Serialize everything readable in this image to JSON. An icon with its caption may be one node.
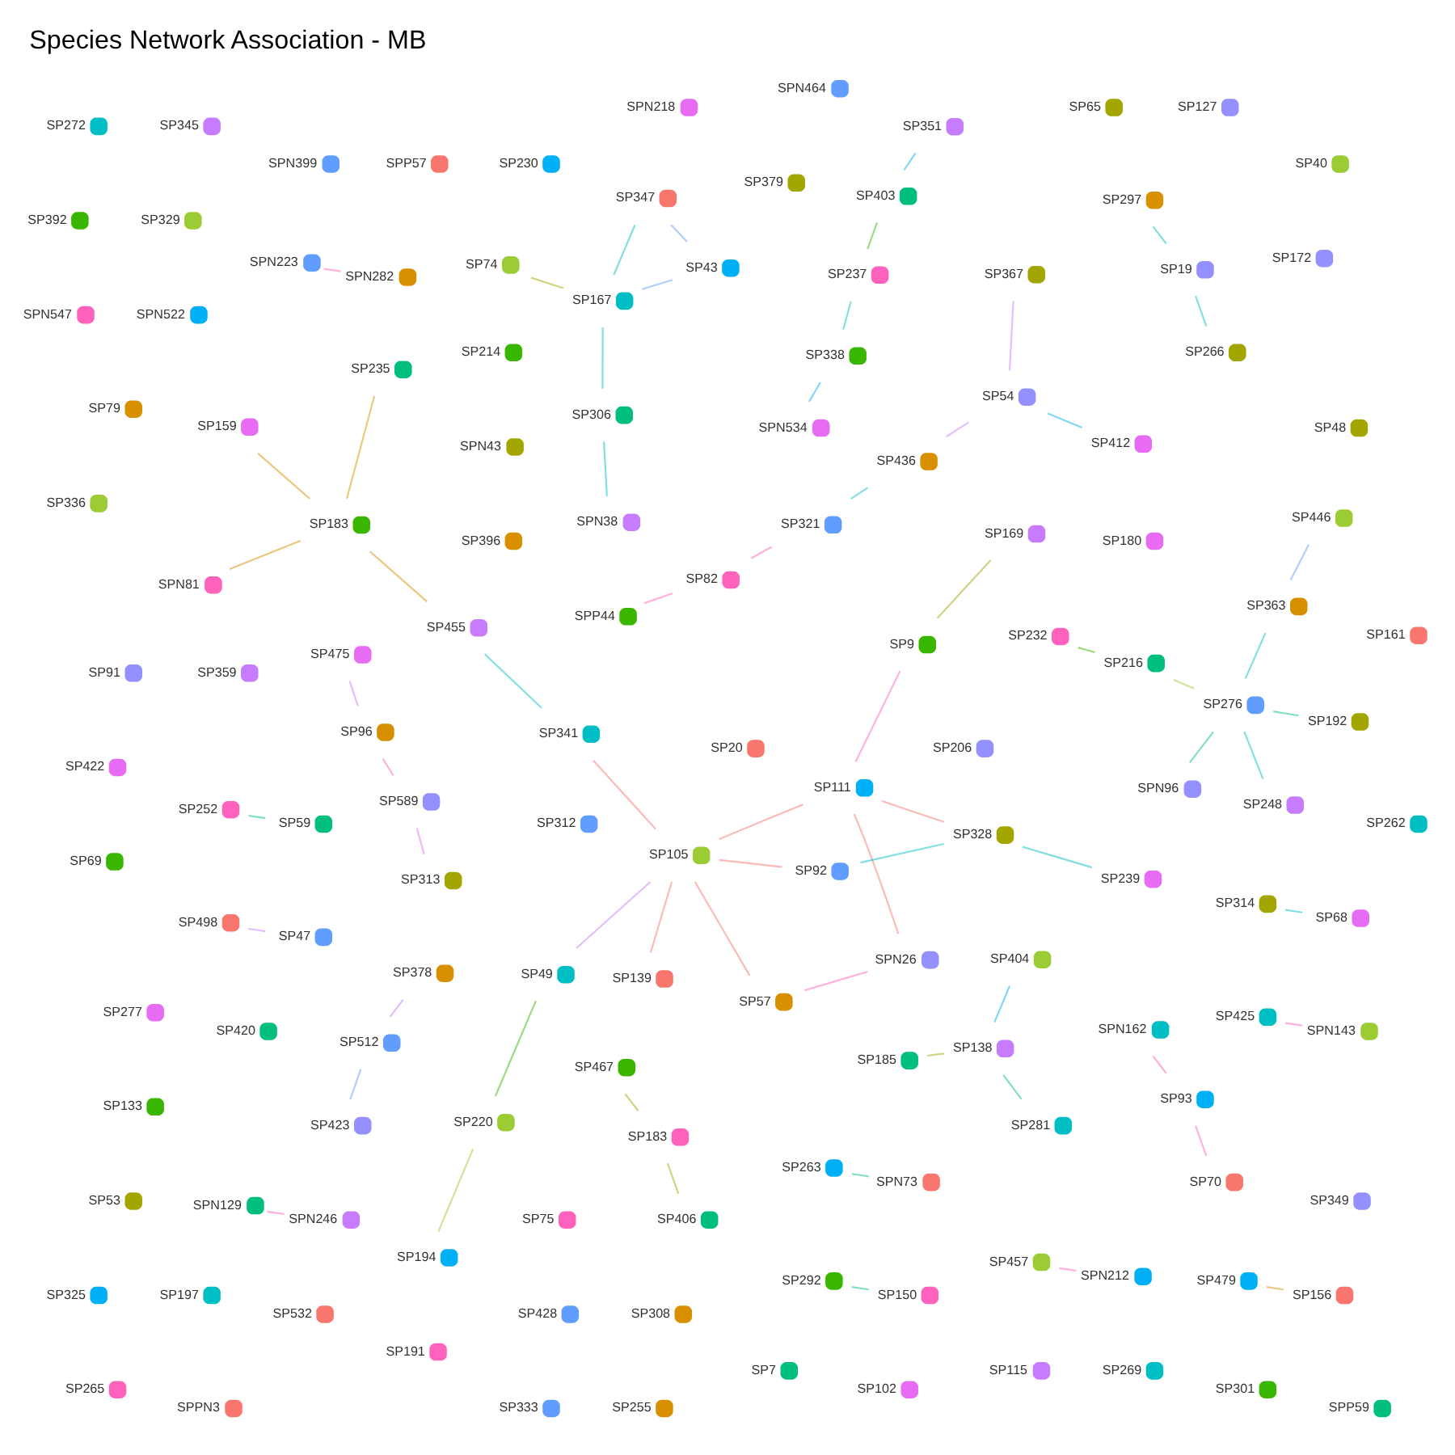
{
  "diagram": {
    "title": "Species Network Association - MB",
    "nodes": [
      {
        "text": [
          "SP20"
        ]
      },
      {
        "text": [
          "SP312"
        ]
      },
      {
        "text": [
          "SP396"
        ]
      },
      {
        "text": [
          "SP206"
        ]
      },
      {
        "text": [
          "SPN43"
        ]
      },
      {
        "text": [
          "SP180"
        ]
      },
      {
        "text": [
          "SP214"
        ]
      },
      {
        "text": [
          "SP75"
        ]
      },
      {
        "text": [
          "SP420"
        ]
      },
      {
        "text": [
          "SP359"
        ]
      },
      {
        "text": [
          "SP197"
        ]
      },
      {
        "text": [
          "SP329"
        ]
      },
      {
        "text": [
          "SPN522"
        ]
      },
      {
        "text": [
          "SP532"
        ]
      },
      {
        "text": [
          "SP428"
        ]
      },
      {
        "text": [
          "SP308"
        ]
      },
      {
        "text": [
          "SP172"
        ]
      },
      {
        "text": [
          "SP379"
        ]
      },
      {
        "text": [
          "SP277"
        ]
      },
      {
        "text": [
          "SP133"
        ]
      },
      {
        "text": [
          "SP191"
        ]
      },
      {
        "text": [
          "SP7"
        ]
      },
      {
        "text": [
          "SP115"
        ]
      },
      {
        "text": [
          "SP269"
        ]
      },
      {
        "text": [
          "SP40"
        ]
      },
      {
        "text": [
          "SP230"
        ]
      },
      {
        "text": [
          "SPP57"
        ]
      },
      {
        "text": [
          "SPN399"
        ]
      },
      {
        "text": [
          "SP79"
        ]
      },
      {
        "text": [
          "SP91"
        ]
      },
      {
        "text": [
          "SP53"
        ]
      },
      {
        "text": [
          "SP102"
        ]
      },
      {
        "text": [
          "SP301"
        ]
      },
      {
        "text": [
          "SP232"
        ]
      },
      {
        "text": [
          "SP216"
        ]
      },
      {
        "text": [
          "SP248"
        ]
      },
      {
        "text": [
          "SPN162"
        ]
      },
      {
        "text": [
          "SP446"
        ]
      },
      {
        "text": [
          "SP263"
        ]
      },
      {
        "text": [
          "SPN73"
        ]
      },
      {
        "text": [
          "SPN223"
        ]
      },
      {
        "text": [
          "SPN282"
        ]
      },
      {
        "text": [
          "SP349"
        ]
      },
      {
        "text": [
          "SP48"
        ]
      },
      {
        "text": [
          "SP422"
        ]
      },
      {
        "text": [
          "SP69"
        ]
      },
      {
        "text": [
          "SP265"
        ]
      },
      {
        "text": [
          "SPP59"
        ]
      },
      {
        "text": [
          "SP345"
        ]
      },
      {
        "text": [
          "SP272"
        ]
      },
      {
        "text": [
          "SP336"
        ]
      },
      {
        "text": [
          "SP325"
        ]
      },
      {
        "text": [
          "SPPN3"
        ]
      },
      {
        "text": [
          "SP333"
        ]
      },
      {
        "text": [
          "SP255"
        ]
      },
      {
        "text": [
          "SP127"
        ]
      },
      {
        "text": [
          "SP65"
        ]
      },
      {
        "text": [
          "SPN218"
        ]
      },
      {
        "text": [
          "SP392"
        ]
      },
      {
        "text": [
          "SPN547"
        ]
      },
      {
        "text": [
          "SPN129"
        ]
      },
      {
        "text": [
          "SPN246"
        ]
      },
      {
        "text": [
          "SP262"
        ]
      },
      {
        "text": [
          "SP457"
        ]
      },
      {
        "text": [
          "SPN212"
        ]
      },
      {
        "text": [
          "SP161"
        ]
      },
      {
        "text": [
          "SPN464"
        ]
      },
      {
        "text": [
          "SP297"
        ]
      },
      {
        "text": [
          "SP19"
        ]
      },
      {
        "text": [
          "SP266"
        ]
      },
      {
        "text": [
          "SP159"
        ]
      },
      {
        "text": [
          "SP183"
        ]
      },
      {
        "text": [
          "SPN81"
        ]
      },
      {
        "text": [
          "SP235"
        ]
      },
      {
        "text": [
          "SP455"
        ]
      },
      {
        "text": [
          "SP341"
        ]
      },
      {
        "text": [
          "SP105"
        ]
      },
      {
        "text": [
          "SP111"
        ]
      },
      {
        "text": [
          "SP139"
        ]
      },
      {
        "text": [
          "SP92"
        ]
      },
      {
        "text": [
          "SP57"
        ]
      },
      {
        "text": [
          "SPN26"
        ]
      },
      {
        "text": [
          "SP328"
        ]
      },
      {
        "text": [
          "SP239"
        ]
      },
      {
        "text": [
          "SP9"
        ]
      },
      {
        "text": [
          "SP252"
        ]
      },
      {
        "text": [
          "SP59"
        ]
      },
      {
        "text": [
          "SP169"
        ]
      },
      {
        "text": [
          "SP49"
        ]
      },
      {
        "text": [
          "SP220"
        ]
      },
      {
        "text": [
          "SP194"
        ]
      },
      {
        "text": [
          "SP498"
        ]
      },
      {
        "text": [
          "SP47"
        ]
      },
      {
        "text": [
          "SP96"
        ]
      },
      {
        "text": [
          "SP589"
        ]
      },
      {
        "text": [
          "SP313"
        ]
      },
      {
        "text": [
          "SP475"
        ]
      },
      {
        "text": [
          "SP292"
        ]
      },
      {
        "text": [
          "SP150"
        ]
      },
      {
        "text": [
          "SP185"
        ]
      },
      {
        "text": [
          "SP138"
        ]
      },
      {
        "text": [
          "SP281"
        ]
      },
      {
        "text": [
          "SP404"
        ]
      },
      {
        "text": [
          "SP479"
        ]
      },
      {
        "text": [
          "SP156"
        ]
      },
      {
        "text": [
          "SP276"
        ]
      },
      {
        "text": [
          "SP363"
        ]
      },
      {
        "text": [
          "SPN96"
        ]
      },
      {
        "text": [
          "SP192"
        ]
      },
      {
        "text": [
          "SPN534"
        ]
      },
      {
        "text": [
          "SP338"
        ]
      },
      {
        "text": [
          "SP237"
        ]
      },
      {
        "text": [
          "SP403"
        ]
      },
      {
        "text": [
          "SP351"
        ]
      },
      {
        "text": [
          "SP425"
        ]
      },
      {
        "text": [
          "SPN143"
        ]
      },
      {
        "text": [
          "SP93"
        ]
      },
      {
        "text": [
          "SP70"
        ]
      },
      {
        "text": [
          "SP321"
        ]
      },
      {
        "text": [
          "SP436"
        ]
      },
      {
        "text": [
          "SP54"
        ]
      },
      {
        "text": [
          "SP367"
        ]
      },
      {
        "text": [
          "SP412"
        ]
      },
      {
        "text": [
          "SPP44"
        ]
      },
      {
        "text": [
          "SP82"
        ]
      },
      {
        "text": [
          "SP306"
        ]
      },
      {
        "text": [
          "SPN38"
        ]
      },
      {
        "text": [
          "SP167"
        ]
      },
      {
        "text": [
          "SP74"
        ]
      },
      {
        "text": [
          "SP43"
        ]
      },
      {
        "text": [
          "SP347"
        ]
      },
      {
        "text": [
          "SP512"
        ]
      },
      {
        "text": [
          "SP378"
        ]
      },
      {
        "text": [
          "SP423"
        ]
      },
      {
        "text": [
          "SP314"
        ]
      },
      {
        "text": [
          "SP68"
        ]
      },
      {
        "text": [
          "SP467"
        ]
      },
      {
        "text": [
          "SP183"
        ]
      },
      {
        "text": [
          "SP406"
        ]
      }
    ],
    "edges": [
      {
        "from": 38,
        "to": 39,
        "arrow": "none",
        "color": "#00c08b"
      },
      {
        "from": 40,
        "to": 41,
        "arrow": "none",
        "color": "#ff62bc"
      },
      {
        "from": 60,
        "to": 61,
        "arrow": "none",
        "color": "#ff62bc"
      },
      {
        "from": 63,
        "to": 64,
        "arrow": "none",
        "color": "#ff62bc"
      },
      {
        "from": 67,
        "to": 68,
        "arrow": "none",
        "color": "#00bfc4"
      },
      {
        "from": 68,
        "to": 69,
        "arrow": "none",
        "color": "#00bfc4"
      },
      {
        "from": 33,
        "to": 34,
        "arrow": "none",
        "color": "#39b600"
      },
      {
        "from": 34,
        "to": 105,
        "arrow": "none",
        "color": "#9bcc33"
      },
      {
        "from": 35,
        "to": 105,
        "arrow": "none",
        "color": "#00bfc4"
      },
      {
        "from": 36,
        "to": 116,
        "arrow": "none",
        "color": "#ff62bc"
      },
      {
        "from": 116,
        "to": 117,
        "arrow": "none",
        "color": "#ff62bc"
      },
      {
        "from": 37,
        "to": 106,
        "arrow": "none",
        "color": "#619cff"
      },
      {
        "from": 107,
        "to": 105,
        "arrow": "none",
        "color": "#00c08b"
      },
      {
        "from": 105,
        "to": 106,
        "arrow": "none",
        "color": "#00bfc4"
      },
      {
        "from": 105,
        "to": 108,
        "arrow": "none",
        "color": "#00c08b"
      },
      {
        "from": 109,
        "to": 110,
        "arrow": "none",
        "color": "#00b0f6"
      },
      {
        "from": 110,
        "to": 111,
        "arrow": "none",
        "color": "#00bfc4"
      },
      {
        "from": 111,
        "to": 112,
        "arrow": "none",
        "color": "#39b600"
      },
      {
        "from": 112,
        "to": 113,
        "arrow": "none",
        "color": "#00b0f6"
      },
      {
        "from": 114,
        "to": 115,
        "arrow": "none",
        "color": "#ff62bc"
      },
      {
        "from": 123,
        "to": 124,
        "arrow": "none",
        "color": "#ff62bc"
      },
      {
        "from": 124,
        "to": 118,
        "arrow": "none",
        "color": "#ff62bc"
      },
      {
        "from": 118,
        "to": 119,
        "arrow": "none",
        "color": "#00bfc4"
      },
      {
        "from": 119,
        "to": 120,
        "arrow": "none",
        "color": "#c77cff"
      },
      {
        "from": 120,
        "to": 121,
        "arrow": "none",
        "color": "#c77cff"
      },
      {
        "from": 120,
        "to": 122,
        "arrow": "none",
        "color": "#00b0f6"
      },
      {
        "from": 125,
        "to": 126,
        "arrow": "none",
        "color": "#00bfc4"
      },
      {
        "from": 125,
        "to": 127,
        "arrow": "none",
        "color": "#00bfc4"
      },
      {
        "from": 127,
        "to": 128,
        "arrow": "none",
        "color": "#a3a500"
      },
      {
        "from": 127,
        "to": 129,
        "arrow": "none",
        "color": "#619cff"
      },
      {
        "from": 127,
        "to": 130,
        "arrow": "none",
        "color": "#00bfc4"
      },
      {
        "from": 129,
        "to": 130,
        "arrow": "none",
        "color": "#619cff"
      },
      {
        "from": 131,
        "to": 132,
        "arrow": "none",
        "color": "#c77cff"
      },
      {
        "from": 131,
        "to": 133,
        "arrow": "none",
        "color": "#619cff"
      },
      {
        "from": 134,
        "to": 135,
        "arrow": "none",
        "color": "#00bfc4"
      },
      {
        "from": 136,
        "to": 137,
        "arrow": "none",
        "color": "#a3a500"
      },
      {
        "from": 137,
        "to": 138,
        "arrow": "none",
        "color": "#a3a500"
      },
      {
        "from": 71,
        "to": 70,
        "arrow": "none",
        "color": "#d89000"
      },
      {
        "from": 71,
        "to": 72,
        "arrow": "none",
        "color": "#d89000"
      },
      {
        "from": 71,
        "to": 73,
        "arrow": "none",
        "color": "#d89000"
      },
      {
        "from": 71,
        "to": 74,
        "arrow": "none",
        "color": "#d89000"
      },
      {
        "from": 74,
        "to": 75,
        "arrow": "none",
        "color": "#00bfc4"
      },
      {
        "from": 75,
        "to": 76,
        "arrow": "none",
        "color": "#f8766d"
      },
      {
        "from": 76,
        "to": 77,
        "arrow": "none",
        "color": "#f8766d"
      },
      {
        "from": 76,
        "to": 78,
        "arrow": "none",
        "color": "#f8766d"
      },
      {
        "from": 76,
        "to": 80,
        "arrow": "none",
        "color": "#f8766d"
      },
      {
        "from": 76,
        "to": 79,
        "arrow": "none",
        "color": "#f8766d"
      },
      {
        "from": 77,
        "to": 81,
        "arrow": "none",
        "color": "#f8766d"
      },
      {
        "from": 77,
        "to": 82,
        "arrow": "none",
        "color": "#f8766d"
      },
      {
        "from": 79,
        "to": 82,
        "arrow": "none",
        "color": "#00bfc4"
      },
      {
        "from": 82,
        "to": 83,
        "arrow": "none",
        "color": "#00bfc4"
      },
      {
        "from": 80,
        "to": 81,
        "arrow": "none",
        "color": "#ff62bc"
      },
      {
        "from": 84,
        "to": 77,
        "arrow": "none",
        "color": "#ff62bc"
      },
      {
        "from": 85,
        "to": 86,
        "arrow": "none",
        "color": "#00c08b"
      },
      {
        "from": 87,
        "to": 84,
        "arrow": "none",
        "color": "#a3a500"
      },
      {
        "from": 88,
        "to": 76,
        "arrow": "none",
        "color": "#c77cff"
      },
      {
        "from": 89,
        "to": 88,
        "arrow": "none",
        "color": "#39b600"
      },
      {
        "from": 89,
        "to": 90,
        "arrow": "none",
        "color": "#9bcc33"
      },
      {
        "from": 91,
        "to": 92,
        "arrow": "none",
        "color": "#c77cff"
      },
      {
        "from": 96,
        "to": 93,
        "arrow": "none",
        "color": "#c77cff"
      },
      {
        "from": 93,
        "to": 94,
        "arrow": "none",
        "color": "#ff62bc"
      },
      {
        "from": 94,
        "to": 95,
        "arrow": "none",
        "color": "#e76bf3"
      },
      {
        "from": 97,
        "to": 98,
        "arrow": "none",
        "color": "#00c08b"
      },
      {
        "from": 99,
        "to": 100,
        "arrow": "none",
        "color": "#a3a500"
      },
      {
        "from": 101,
        "to": 100,
        "arrow": "none",
        "color": "#00c08b"
      },
      {
        "from": 102,
        "to": 100,
        "arrow": "none",
        "color": "#00b0f6"
      },
      {
        "from": 103,
        "to": 104,
        "arrow": "none",
        "color": "#d89000"
      }
    ]
  }
}
